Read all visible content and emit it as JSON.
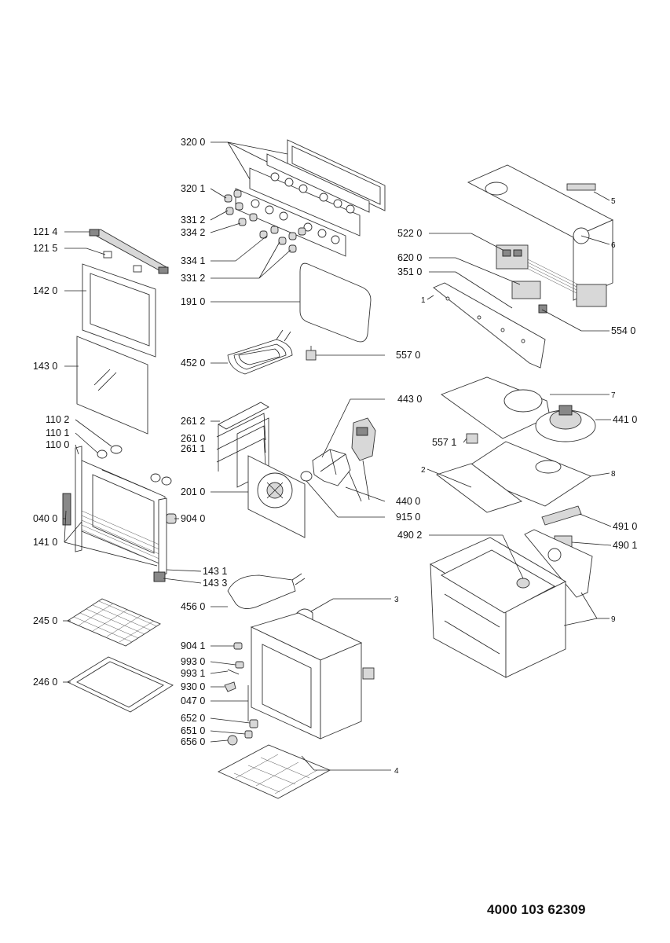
{
  "document_number": "4000 103 62309",
  "part_labels": {
    "p3200": "320 0",
    "p3201": "320 1",
    "p3312a": "331 2",
    "p3342": "334 2",
    "p3341": "334 1",
    "p3312b": "331 2",
    "p1910": "191 0",
    "p1214": "121 4",
    "p1215": "121 5",
    "p1420": "142 0",
    "p1430": "143 0",
    "p1102": "110 2",
    "p1101": "110 1",
    "p1100": "110 0",
    "p0400": "040 0",
    "p1410": "141 0",
    "p1431": "143 1",
    "p1433": "143 3",
    "p9040": "904 0",
    "p4520": "452 0",
    "p5570": "557 0",
    "p2612": "261 2",
    "p2610": "261 0",
    "p2611": "261 1",
    "p2010": "201 0",
    "p4430": "443 0",
    "p4400": "440 0",
    "p9150": "915 0",
    "p4560": "456 0",
    "p3": "3",
    "p2450": "245 0",
    "p2460": "246 0",
    "p9041": "904 1",
    "p9930": "993 0",
    "p9931": "993 1",
    "p9300": "930 0",
    "p0470": "047 0",
    "p6520": "652 0",
    "p6510": "651 0",
    "p6560": "656 0",
    "p4": "4",
    "p5": "5",
    "p6": "6",
    "p5220": "522 0",
    "p6200": "620 0",
    "p3510": "351 0",
    "p1": "1",
    "p5540": "554 0",
    "p7": "7",
    "p4410": "441 0",
    "p5571": "557 1",
    "p2": "2",
    "p8": "8",
    "p4910": "491 0",
    "p4902": "490 2",
    "p4901": "490 1",
    "p9": "9"
  }
}
